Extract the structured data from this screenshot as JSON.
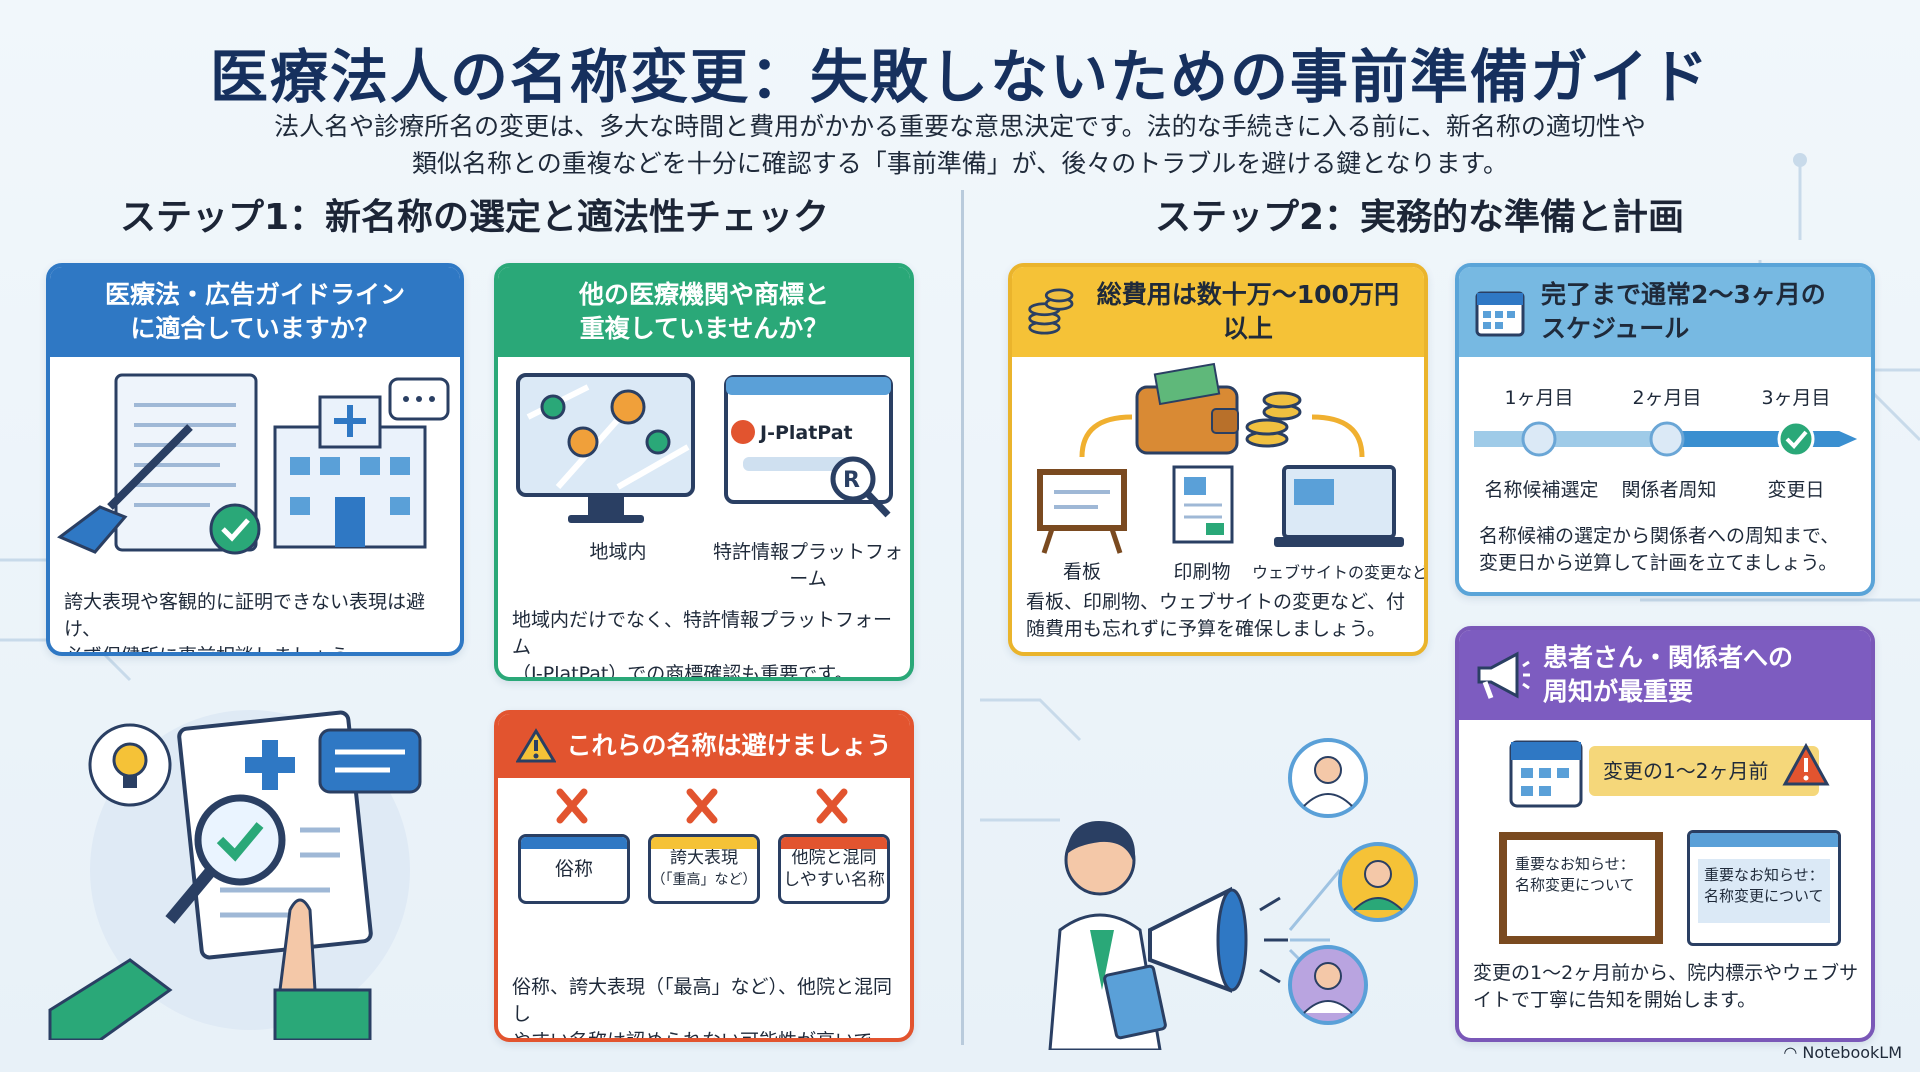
{
  "title": "医療法人の名称変更：失敗しないための事前準備ガイド",
  "subtitle_line1": "法人名や診療所名の変更は、多大な時間と費用がかかる重要な意思決定です。法的な手続きに入る前に、新名称の適切性や",
  "subtitle_line2": "類似名称との重複などを十分に確認する「事前準備」が、後々のトラブルを避ける鍵となります。",
  "step1": {
    "heading": "ステップ1：新名称の選定と適法性チェック",
    "card_law": {
      "head_line1": "医療法・広告ガイドライン",
      "head_line2": "に適合していますか？",
      "desc_line1": "誇大表現や客観的に証明できない表現は避け、",
      "desc_line2": "必ず保健所に事前相談しましょう。"
    },
    "card_dup": {
      "head_line1": "他の医療機関や商標と",
      "head_line2": "重複していませんか？",
      "logo_text": "J-PlatPat",
      "label_local": "地域内",
      "label_patent": "特許情報プラットフォーム",
      "desc_line1": "地域内だけでなく、特許情報プラットフォーム",
      "desc_line2": "（J-PlatPat）での商標確認も重要です。"
    },
    "card_avoid": {
      "head": "これらの名称は避けましょう",
      "box1": "俗称",
      "box2_line1": "誇大表現",
      "box2_line2": "（「重高」など）",
      "box3_line1": "他院と混同",
      "box3_line2": "しやすい名称",
      "desc_line1": "俗称、誇大表現（「最高」など）、他院と混同し",
      "desc_line2": "やすい名称は認められない可能性が高いです。"
    }
  },
  "step2": {
    "heading": "ステップ2：実務的な準備と計画",
    "card_cost": {
      "head": "総費用は数十万〜100万円以上",
      "label_sign": "看板",
      "label_print": "印刷物",
      "label_web": "ウェブサイトの変更など",
      "desc_line1": "看板、印刷物、ウェブサイトの変更など、付",
      "desc_line2": "随費用も忘れずに予算を確保しましょう。"
    },
    "card_schedule": {
      "head_line1": "完了まで通常2〜3ヶ月の",
      "head_line2": "スケジュール",
      "m1": "1ヶ月目",
      "m2": "2ヶ月目",
      "m3": "3ヶ月目",
      "s1": "名称候補選定",
      "s2": "関係者周知",
      "s3": "変更日",
      "desc_line1": "名称候補の選定から関係者への周知まで、",
      "desc_line2": "変更日から逆算して計画を立てましょう。"
    },
    "card_notice": {
      "head_line1": "患者さん・関係者への",
      "head_line2": "周知が最重要",
      "timing": "変更の1〜2ヶ月前",
      "board_line1": "重要なお知らせ：",
      "board_line2": "名称変更について",
      "web_line1": "重要なお知らせ：",
      "web_line2": "名称変更について",
      "desc_line1": "変更の1〜2ヶ月前から、院内標示やウェブサ",
      "desc_line2": "イトで丁寧に告知を開始します。"
    }
  },
  "footer": "NotebookLM",
  "colors": {
    "title": "#16305e",
    "blue": "#2f78c4",
    "green": "#2aa878",
    "red": "#e2542f",
    "yellow": "#f5c237",
    "sky": "#77b9e2",
    "purple": "#7d5cc0"
  }
}
